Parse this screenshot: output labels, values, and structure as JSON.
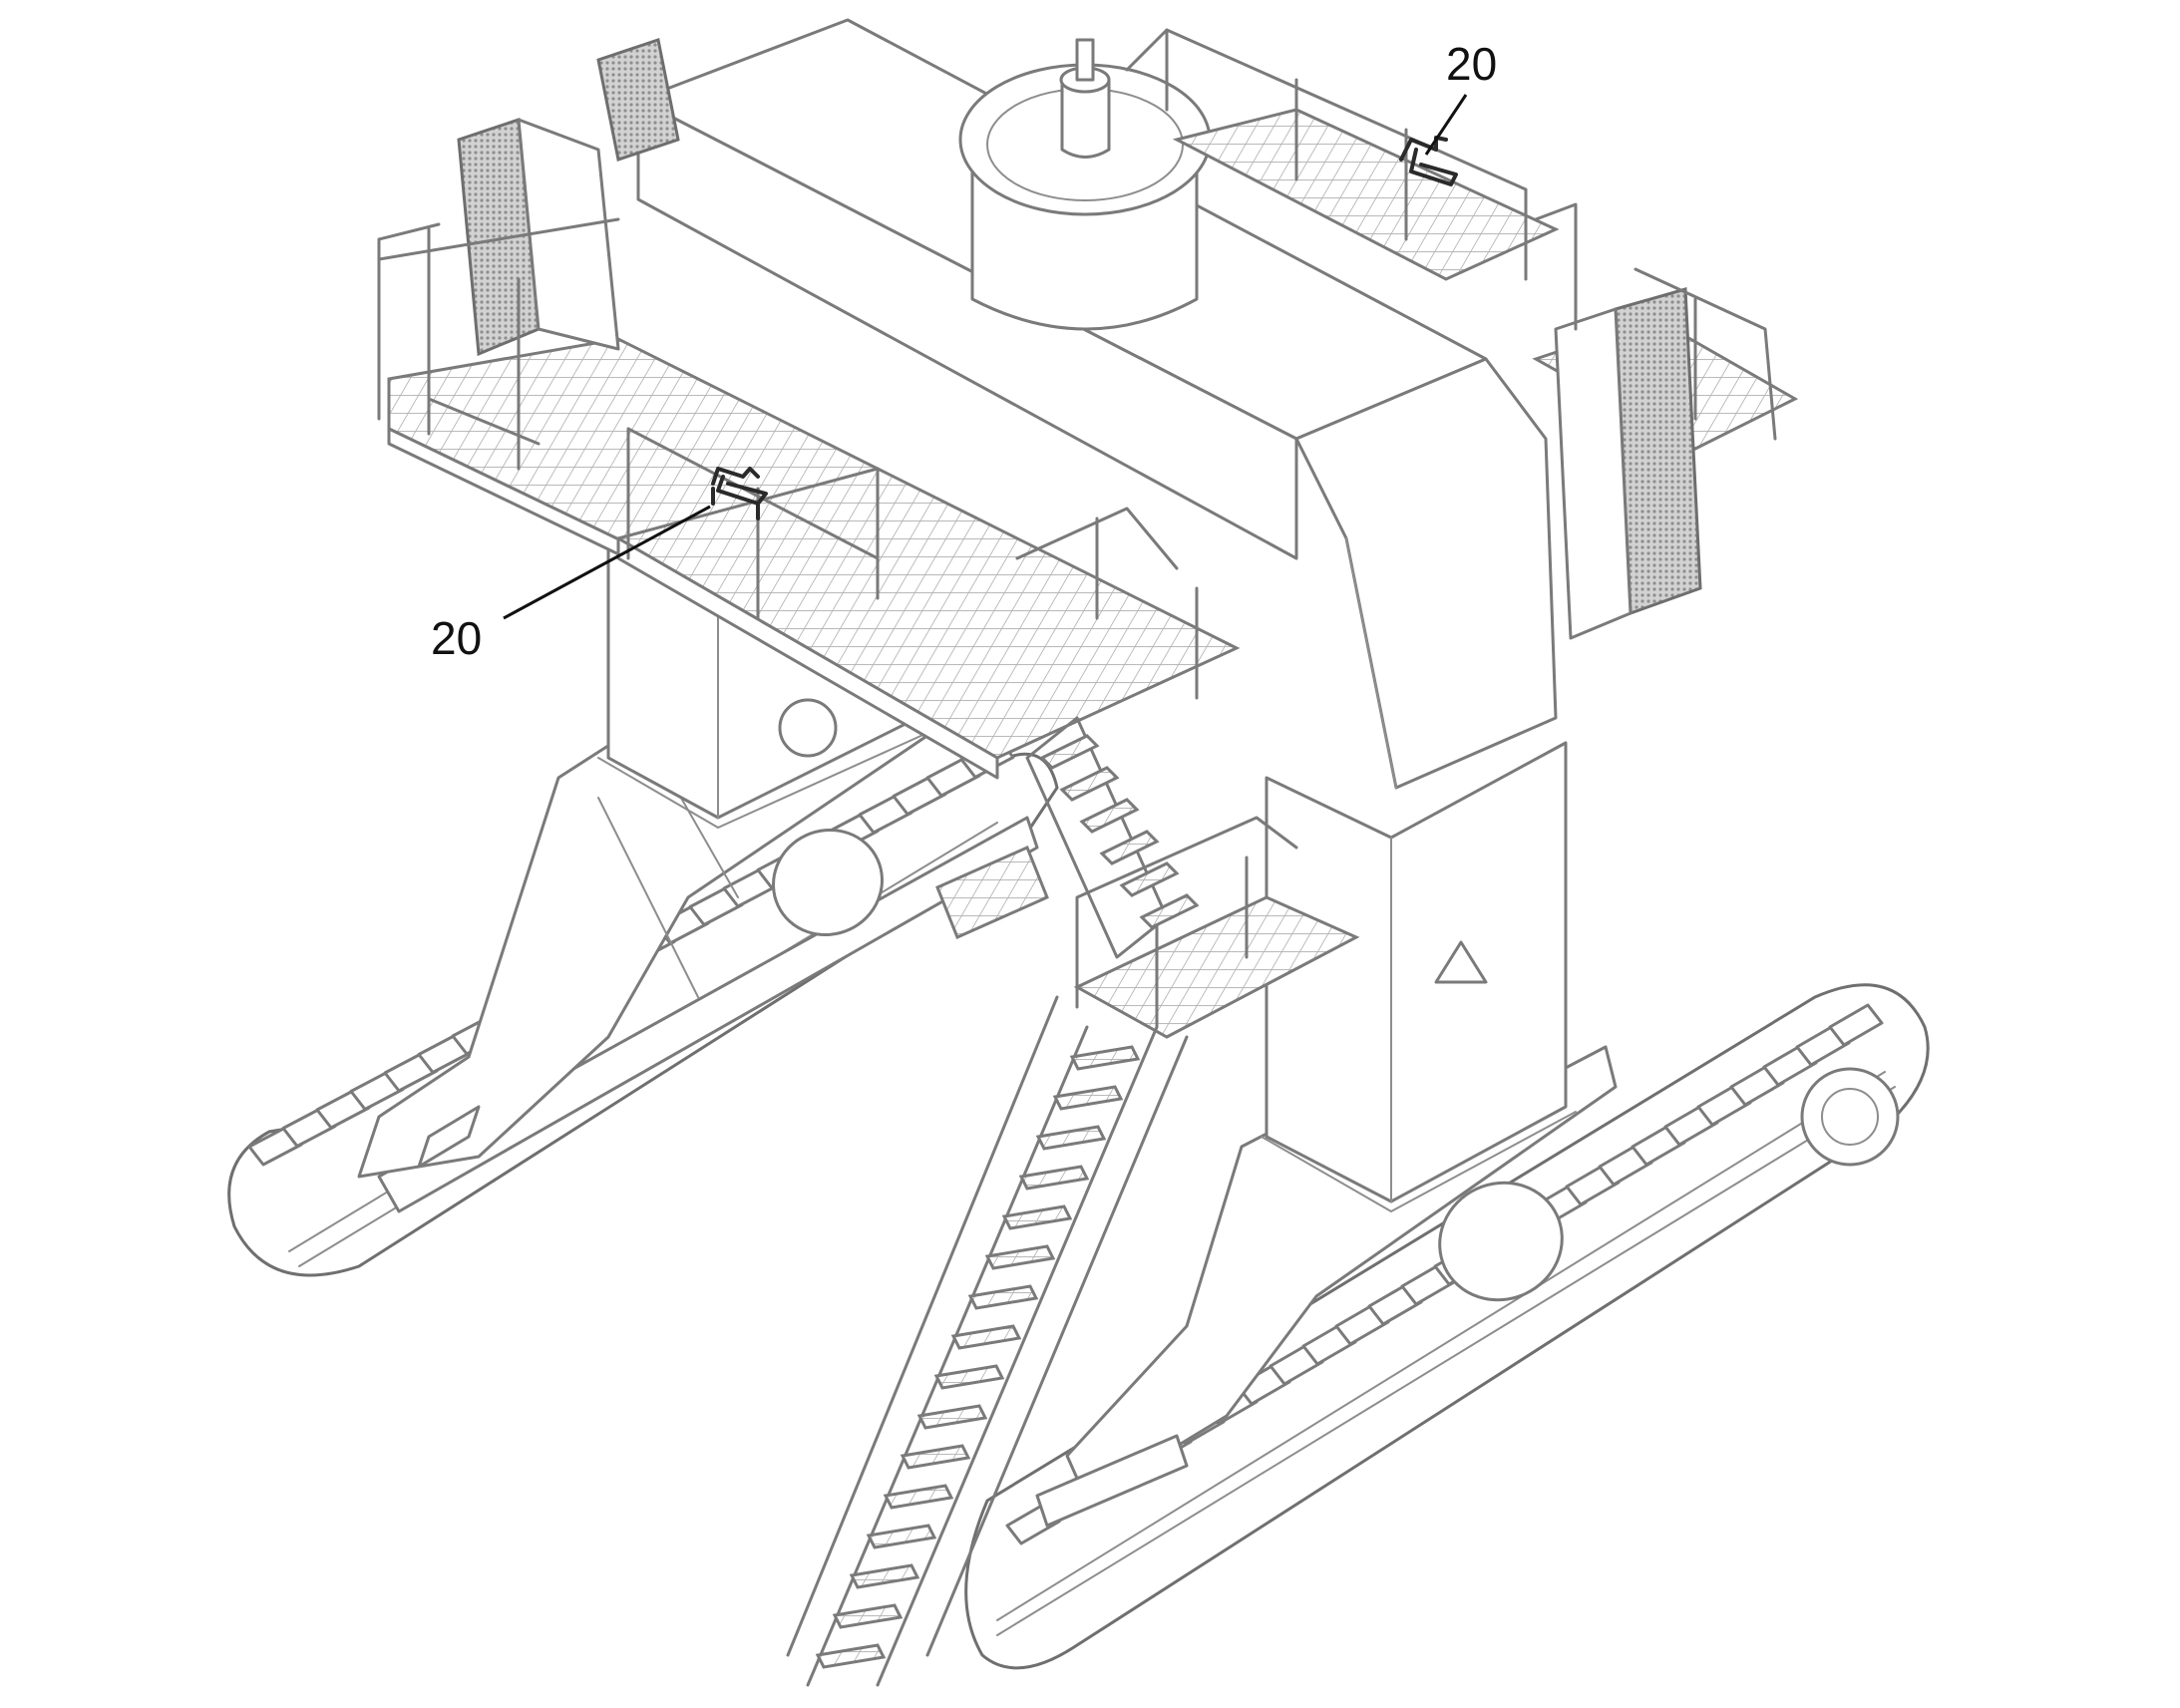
{
  "figure": {
    "callouts": [
      {
        "id": "callout-top",
        "label": "20"
      },
      {
        "id": "callout-left",
        "label": "20"
      }
    ]
  }
}
